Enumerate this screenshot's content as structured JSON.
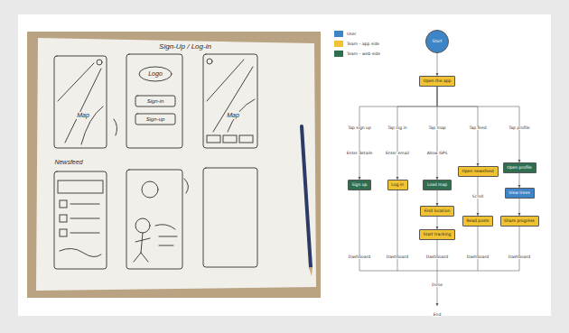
{
  "diagram": {
    "nodes": [
      {
        "text": [
          "Start"
        ]
      },
      {
        "text": [
          "Open the app"
        ]
      },
      {
        "text": [
          "Sign up"
        ]
      },
      {
        "text": [
          "Log in"
        ]
      },
      {
        "text": [
          "Load map"
        ]
      },
      {
        "text": [
          "Find location"
        ]
      },
      {
        "text": [
          "Start tracking"
        ]
      },
      {
        "text": [
          "Open newsfeed"
        ]
      },
      {
        "text": [
          "Read posts"
        ]
      },
      {
        "text": [
          "Open profile"
        ]
      },
      {
        "text": [
          "View trees"
        ]
      },
      {
        "text": [
          "Share progress"
        ]
      }
    ],
    "edges": [
      {
        "from": 0,
        "to": 1,
        "arrow": "to"
      },
      {
        "from": 1,
        "to": 2,
        "arrow": "to"
      },
      {
        "from": 1,
        "to": 3,
        "arrow": "to"
      },
      {
        "from": 1,
        "to": 4,
        "arrow": "to"
      },
      {
        "from": 1,
        "to": 7,
        "arrow": "to"
      },
      {
        "from": 1,
        "to": 9,
        "arrow": "to"
      },
      {
        "from": 4,
        "to": 5,
        "arrow": "to"
      },
      {
        "from": 5,
        "to": 6,
        "arrow": "to"
      },
      {
        "from": 7,
        "to": 8,
        "arrow": "to"
      },
      {
        "from": 9,
        "to": 10,
        "arrow": "to"
      },
      {
        "from": 10,
        "to": 11,
        "arrow": "to"
      }
    ],
    "labels": [
      "Sign-Up / Log-in",
      "Map",
      "Logo",
      "Sign-in",
      "Sign-up",
      "Map",
      "Newsfeed",
      "Tap sign up",
      "Tap log in",
      "Tap map",
      "Tap feed",
      "Tap profile",
      "Enter details",
      "Enter email",
      "Allow GPS",
      "Scroll",
      "Dashboard",
      "Dashboard",
      "Dashboard",
      "Dashboard",
      "Dashboard",
      "Done",
      "End"
    ],
    "legend": [
      {
        "text": "User",
        "color": "#3d85c6"
      },
      {
        "text": "Team – app side",
        "color": "#f1c232"
      },
      {
        "text": "Team – web side",
        "color": "#2f6f4f"
      }
    ]
  }
}
